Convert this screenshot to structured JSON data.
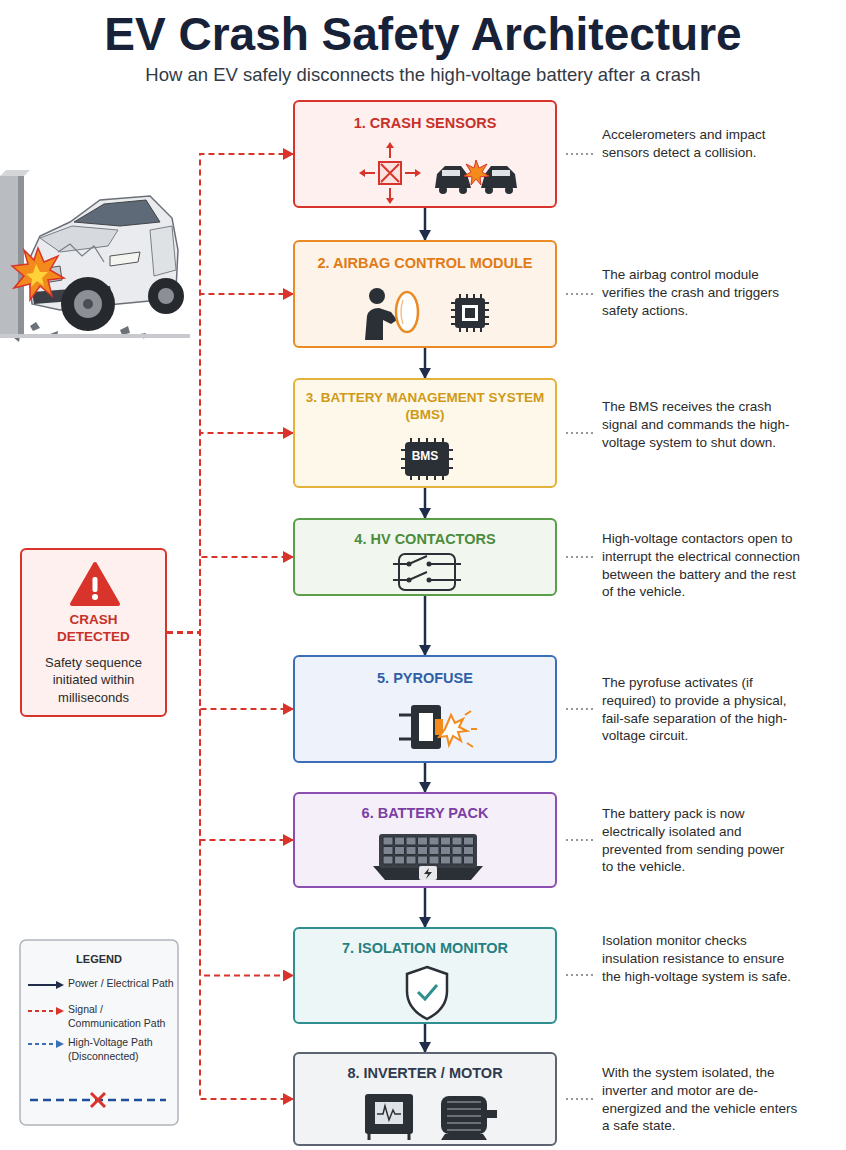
{
  "diagram": {
    "title": "EV Crash Safety Architecture",
    "caption": "How an EV safely disconnects the high-voltage battery after a crash",
    "nodes": [
      {
        "text": [
          "1. CRASH SENSORS"
        ]
      },
      {
        "text": [
          "2. AIRBAG CONTROL MODULE"
        ]
      },
      {
        "text": [
          "3. BATTERY MANAGEMENT SYSTEM (BMS)"
        ]
      },
      {
        "text": [
          "4. HV CONTACTORS"
        ]
      },
      {
        "text": [
          "5. PYROFUSE"
        ]
      },
      {
        "text": [
          "6. BATTERY PACK"
        ]
      },
      {
        "text": [
          "7. ISOLATION MONITOR"
        ]
      },
      {
        "text": [
          "8. INVERTER / MOTOR"
        ]
      },
      {
        "text": [
          "CRASH DETECTED",
          "Safety sequence initiated within milliseconds"
        ]
      }
    ],
    "edges": [
      {
        "from": 0,
        "to": 1,
        "arrow": "to"
      },
      {
        "from": 1,
        "to": 2,
        "arrow": "to"
      },
      {
        "from": 2,
        "to": 3,
        "arrow": "to"
      },
      {
        "from": 3,
        "to": 4,
        "arrow": "to"
      },
      {
        "from": 4,
        "to": 5,
        "arrow": "to"
      },
      {
        "from": 5,
        "to": 6,
        "arrow": "to"
      },
      {
        "from": 6,
        "to": 7,
        "arrow": "to"
      },
      {
        "from": 8,
        "to": 0,
        "arrow": "to"
      },
      {
        "from": 8,
        "to": 1,
        "arrow": "to"
      },
      {
        "from": 8,
        "to": 2,
        "arrow": "to"
      },
      {
        "from": 8,
        "to": 3,
        "arrow": "to"
      },
      {
        "from": 8,
        "to": 4,
        "arrow": "to"
      },
      {
        "from": 8,
        "to": 5,
        "arrow": "to"
      },
      {
        "from": 8,
        "to": 6,
        "arrow": "to"
      },
      {
        "from": 8,
        "to": 7,
        "arrow": "to"
      }
    ],
    "labels": [
      "Accelerometers and impact sensors detect a collision.",
      "The airbag control module verifies the crash and triggers safety actions.",
      "The BMS receives the crash signal and commands the high-voltage system to shut down.",
      "High-voltage contactors open to interrupt the electrical connection between the battery and the rest of the vehicle.",
      "The pyrofuse activates (if required) to provide a physical, fail-safe separation of the high-voltage circuit.",
      "The battery pack is now electrically isolated and prevented from sending power to the vehicle.",
      "Isolation monitor checks insulation resistance to ensure the high-voltage system is safe.",
      "With the system isolated, the inverter and motor are de-energized and the vehicle enters a safe state.",
      "BMS",
      "LEGEND"
    ],
    "legend": [
      {
        "text": "Power / Electrical Path"
      },
      {
        "text": "Signal / Communication Path"
      },
      {
        "text": "High-Voltage Path (Disconnected)"
      }
    ]
  }
}
